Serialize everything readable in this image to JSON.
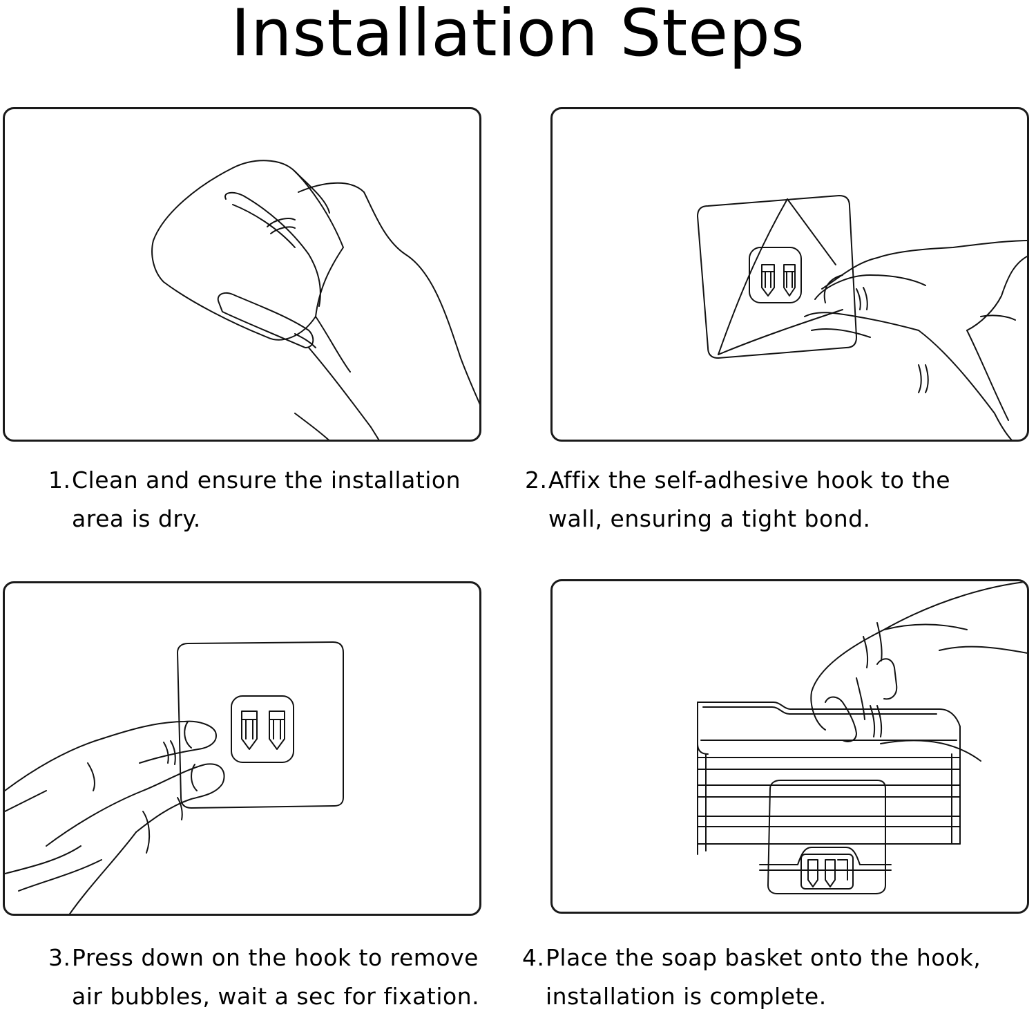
{
  "title": "Installation Steps",
  "steps": [
    {
      "number": "1.",
      "line1": "Clean and ensure the installation",
      "line2": "area is dry.",
      "illustration": "hand-wiping-icon"
    },
    {
      "number": "2.",
      "line1": "Affix the self-adhesive hook to the",
      "line2": "wall, ensuring a tight bond.",
      "illustration": "peel-backing-icon"
    },
    {
      "number": "3.",
      "line1": "Press down on the hook to remove",
      "line2": "air bubbles, wait a sec for fixation.",
      "illustration": "press-hook-icon"
    },
    {
      "number": "4.",
      "line1": "Place the soap basket onto the hook,",
      "line2": "installation is complete.",
      "illustration": "hang-basket-icon"
    }
  ]
}
